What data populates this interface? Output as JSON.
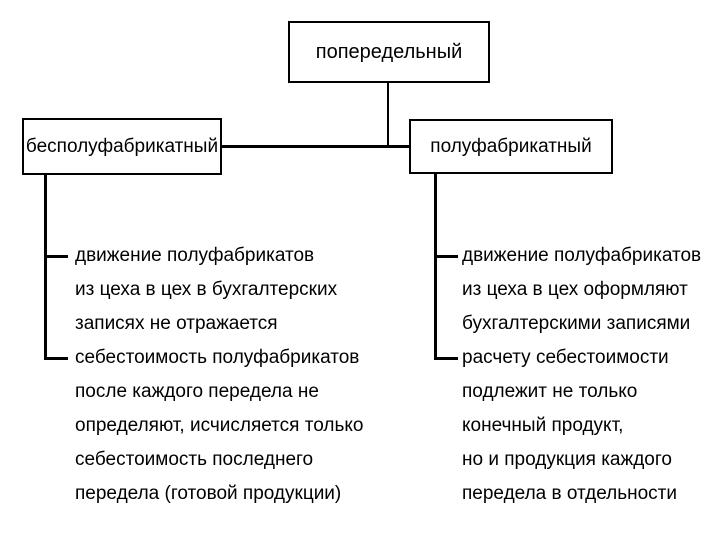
{
  "diagram": {
    "title_note": "",
    "root": {
      "label": "попередельный"
    },
    "branches": [
      {
        "label": "бесполуфабрикатный",
        "items": [
          {
            "lines": [
              "движение полуфабрикатов",
              "из цеха в цех в бухгалтерских",
              "записях не отражается"
            ]
          },
          {
            "lines": [
              "себестоимость полуфабрикатов",
              "после каждого передела не",
              "определяют, исчисляется только",
              "себестоимость последнего",
              "передела (готовой продукции)"
            ]
          }
        ]
      },
      {
        "label": "полуфабрикатный",
        "items": [
          {
            "lines": [
              "движение полуфабрикатов",
              "из цеха в цех оформляют",
              "бухгалтерскими записями"
            ]
          },
          {
            "lines": [
              "расчету себестоимости",
              "подлежит не только",
              "конечный продукт,",
              "но и продукция каждого",
              "передела в отдельности"
            ]
          }
        ]
      }
    ],
    "colors": {
      "background": "#ffffff",
      "text": "#000000",
      "line": "#000000",
      "box_border": "#000000"
    }
  }
}
